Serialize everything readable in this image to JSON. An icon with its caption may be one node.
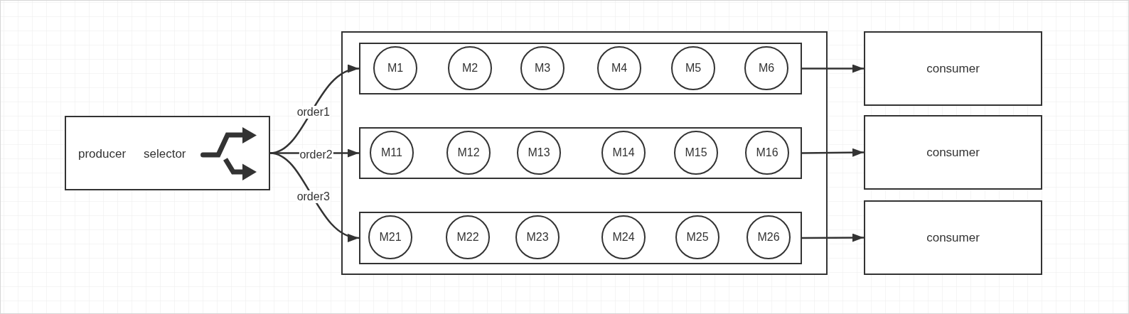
{
  "diagram": {
    "nodes": [
      {
        "text": [
          "producer",
          "selector"
        ]
      },
      {
        "text": [],
        "shape": "box"
      },
      {
        "text": [],
        "shape": "box",
        "in": 1
      },
      {
        "text": [
          "M1"
        ],
        "in": 2
      },
      {
        "text": [
          "M2"
        ],
        "in": 2
      },
      {
        "text": [
          "M3"
        ],
        "in": 2
      },
      {
        "text": [
          "M4"
        ],
        "in": 2
      },
      {
        "text": [
          "M5"
        ],
        "in": 2
      },
      {
        "text": [
          "M6"
        ],
        "in": 2
      },
      {
        "text": [],
        "shape": "box",
        "in": 1
      },
      {
        "text": [
          "M11"
        ],
        "in": 9
      },
      {
        "text": [
          "M12"
        ],
        "in": 9
      },
      {
        "text": [
          "M13"
        ],
        "in": 9
      },
      {
        "text": [
          "M14"
        ],
        "in": 9
      },
      {
        "text": [
          "M15"
        ],
        "in": 9
      },
      {
        "text": [
          "M16"
        ],
        "in": 9
      },
      {
        "text": [],
        "shape": "box",
        "in": 1
      },
      {
        "text": [
          "M21"
        ],
        "in": 16
      },
      {
        "text": [
          "M22"
        ],
        "in": 16
      },
      {
        "text": [
          "M23"
        ],
        "in": 16
      },
      {
        "text": [
          "M24"
        ],
        "in": 16
      },
      {
        "text": [
          "M25"
        ],
        "in": 16
      },
      {
        "text": [
          "M26"
        ],
        "in": 16
      },
      {
        "text": [
          "consumer"
        ]
      },
      {
        "text": [
          "consumer"
        ]
      },
      {
        "text": [
          "consumer"
        ]
      }
    ],
    "edges": [
      {
        "from": 0,
        "to": 2,
        "arrow": "to",
        "label": "order1"
      },
      {
        "from": 0,
        "to": 9,
        "arrow": "to",
        "label": "order2"
      },
      {
        "from": 0,
        "to": 16,
        "arrow": "to",
        "label": "order3"
      },
      {
        "from": 2,
        "to": 23,
        "arrow": "to"
      },
      {
        "from": 9,
        "to": 24,
        "arrow": "to"
      },
      {
        "from": 16,
        "to": 25,
        "arrow": "to"
      }
    ]
  }
}
